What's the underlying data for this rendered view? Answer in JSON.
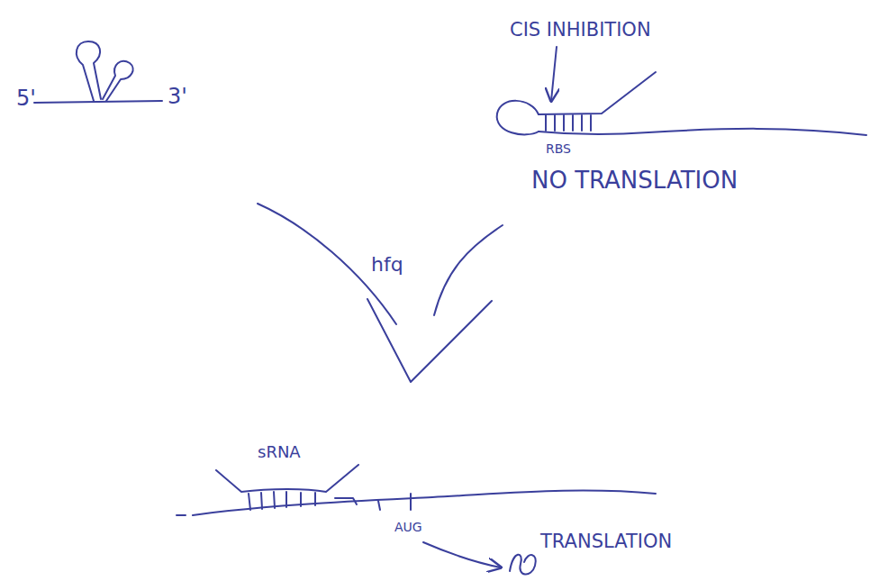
{
  "diagram": {
    "labels": [
      "5'",
      "3'",
      "CIS INHIBITION",
      "RBS",
      "NO TRANSLATION",
      "hfq",
      "sRNA",
      "AUG",
      "TRANSLATION"
    ]
  }
}
